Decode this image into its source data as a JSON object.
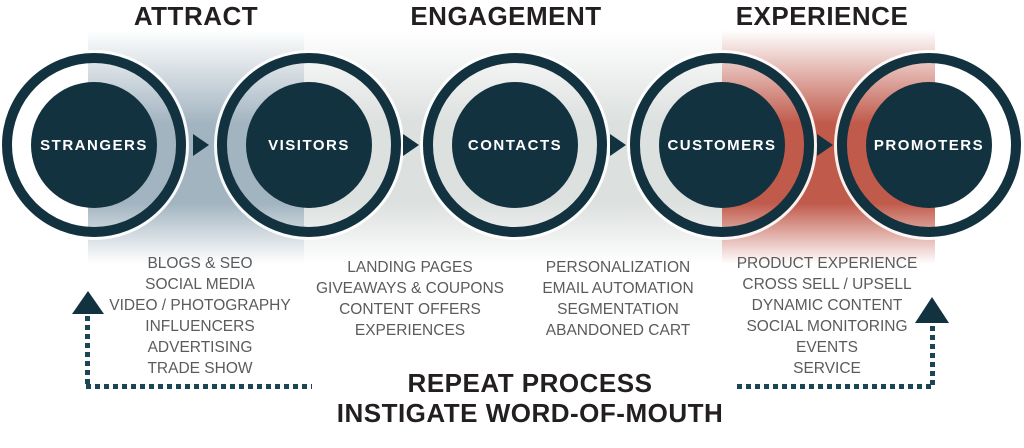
{
  "headers": [
    {
      "label": "ATTRACT"
    },
    {
      "label": "ENGAGEMENT"
    },
    {
      "label": "EXPERIENCE"
    }
  ],
  "stages": [
    {
      "label": "STRANGERS"
    },
    {
      "label": "VISITORS"
    },
    {
      "label": "CONTACTS"
    },
    {
      "label": "CUSTOMERS"
    },
    {
      "label": "PROMOTERS"
    }
  ],
  "tactic_groups": [
    {
      "items": [
        "BLOGS & SEO",
        "SOCIAL MEDIA",
        "VIDEO / PHOTOGRAPHY",
        "INFLUENCERS",
        "ADVERTISING",
        "TRADE SHOW"
      ]
    },
    {
      "items": [
        "LANDING PAGES",
        "GIVEAWAYS & COUPONS",
        "CONTENT OFFERS",
        "EXPERIENCES"
      ]
    },
    {
      "items": [
        "PERSONALIZATION",
        "EMAIL AUTOMATION",
        "SEGMENTATION",
        "ABANDONED CART"
      ]
    },
    {
      "items": [
        "PRODUCT EXPERIENCE",
        "CROSS SELL / UPSELL",
        "DYNAMIC CONTENT",
        "SOCIAL MONITORING",
        "EVENTS",
        "SERVICE"
      ]
    }
  ],
  "footer": {
    "line1": "REPEAT PROCESS",
    "line2": "INSTIGATE WORD-OF-MOUTH"
  },
  "icons": [
    "flow-arrow-icon",
    "repeat-up-arrow-icon"
  ],
  "colors": {
    "circle_dark_teal": "#13323f",
    "band_attract_blue": "#a2b4c0",
    "band_engagement_gray": "#dce0df",
    "band_experience_red": "#c05a4b",
    "tactic_text_gray": "#5a5b5d",
    "headline_dark": "#231f20",
    "dotted_line": "#1d4654"
  }
}
